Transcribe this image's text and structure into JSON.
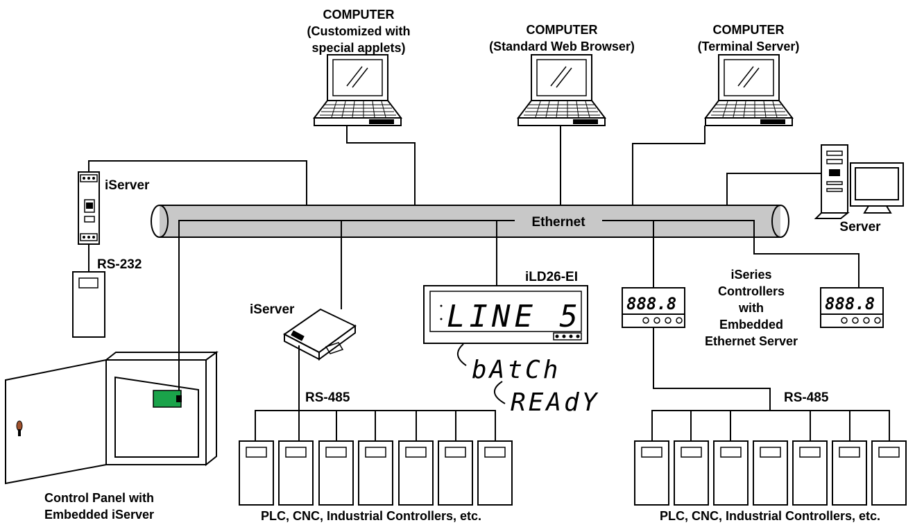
{
  "computers": [
    {
      "title": "COMPUTER",
      "line1": "(Customized with",
      "line2": "special applets)"
    },
    {
      "title": "COMPUTER",
      "line1": "(Standard Web Browser)"
    },
    {
      "title": "COMPUTER",
      "line1": "(Terminal Server)"
    }
  ],
  "network": {
    "ethernet": "Ethernet"
  },
  "server": {
    "label": "Server"
  },
  "iserver_rail": {
    "label": "iServer",
    "rs232": "RS-232"
  },
  "iserver_box": {
    "label": "iServer"
  },
  "display": {
    "model": "iLD26-EI",
    "text": "LINE 5",
    "msg1": "bAtCh",
    "msg2": "REAdY"
  },
  "iseries": {
    "line1": "iSeries",
    "line2": "Controllers",
    "line3": "with",
    "line4": "Embedded",
    "line5": "Ethernet Server",
    "readout": "888.8"
  },
  "rs485_left": "RS-485",
  "rs485_right": "RS-485",
  "panel": {
    "line1": "Control Panel with",
    "line2": "Embedded iServer"
  },
  "plc_left": "PLC, CNC, Industrial Controllers, etc.",
  "plc_right": "PLC, CNC, Industrial Controllers, etc."
}
